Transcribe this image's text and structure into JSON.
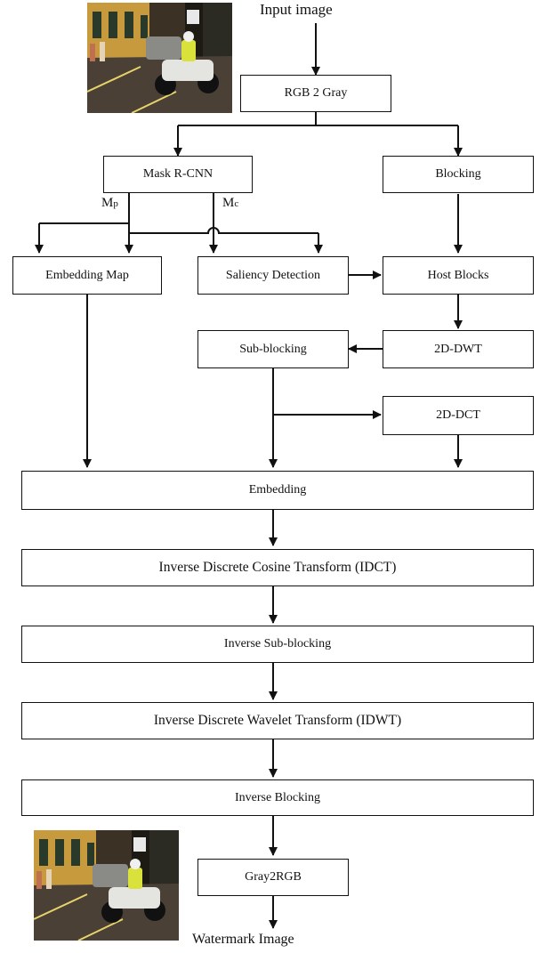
{
  "labels": {
    "input_image": "Input image",
    "watermark_image": "Watermark Image",
    "mp_main": "M",
    "mp_sub": "p",
    "mc_main": "M",
    "mc_sub": "c"
  },
  "nodes": {
    "rgb2gray": "RGB 2 Gray",
    "mask_rcnn": "Mask R-CNN",
    "blocking": "Blocking",
    "embedding_map": "Embedding Map",
    "saliency": "Saliency Detection",
    "host_blocks": "Host Blocks",
    "sub_blocking": "Sub-blocking",
    "dwt": "2D-DWT",
    "dct": "2D-DCT",
    "embedding": "Embedding",
    "idct": "Inverse Discrete Cosine Transform (IDCT)",
    "inv_sub_blocking": "Inverse Sub-blocking",
    "idwt": "Inverse Discrete Wavelet Transform (IDWT)",
    "inv_blocking": "Inverse Blocking",
    "gray2rgb": "Gray2RGB"
  },
  "colors": {
    "line": "#111111",
    "night_sky": "#1d1a14",
    "building": "#c79a3e",
    "road": "#4a4036",
    "vest": "#d9e23a"
  },
  "icons": [
    "input-photo",
    "watermark-photo"
  ]
}
